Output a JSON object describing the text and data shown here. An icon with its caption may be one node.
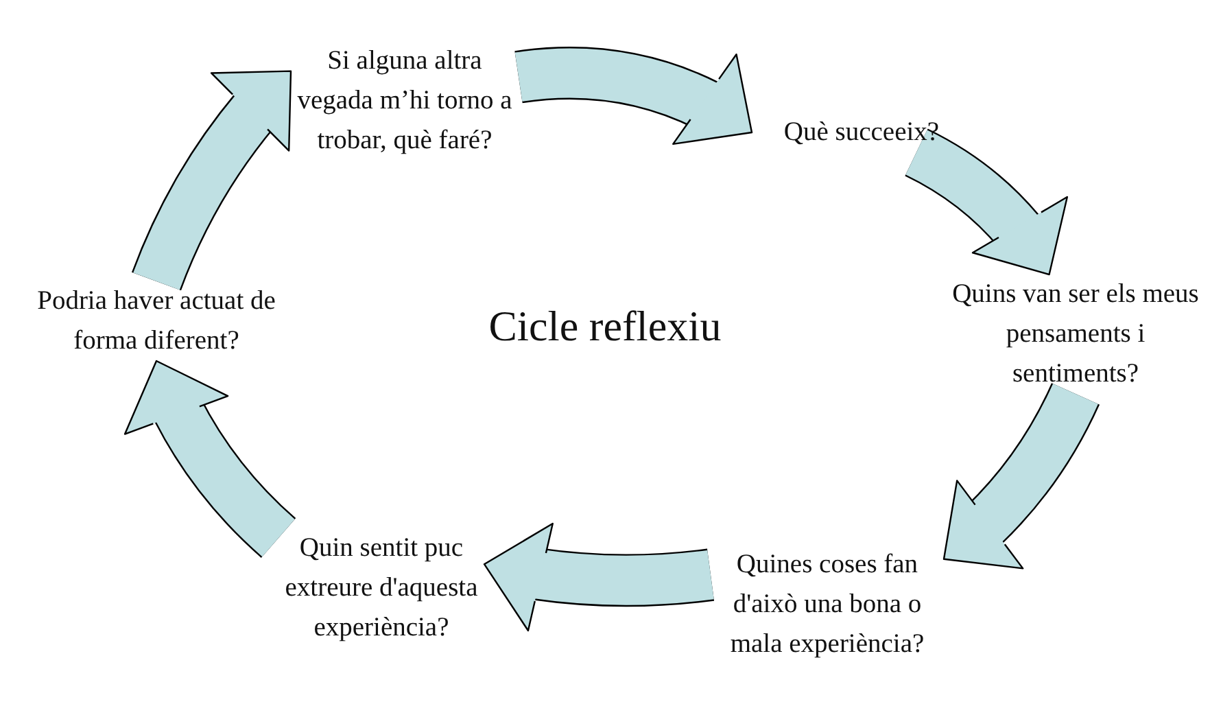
{
  "diagram": {
    "title": "Cicle reflexiu",
    "nodes": [
      {
        "text": [
          "Què succeeix?"
        ]
      },
      {
        "text": [
          "Quins van ser els meus pensaments i sentiments?"
        ]
      },
      {
        "text": [
          "Quines coses fan d'això una bona o mala experiència?"
        ]
      },
      {
        "text": [
          "Quin sentit puc extreure d'aquesta experiència?"
        ]
      },
      {
        "text": [
          "Podria haver actuat de forma diferent?"
        ]
      },
      {
        "text": [
          "Si alguna altra vegada m’hi torno a trobar, què faré?"
        ]
      }
    ],
    "edges": [
      {
        "from": 5,
        "to": 0,
        "arrow": "to"
      },
      {
        "from": 0,
        "to": 1,
        "arrow": "to"
      },
      {
        "from": 1,
        "to": 2,
        "arrow": "to"
      },
      {
        "from": 2,
        "to": 3,
        "arrow": "to"
      },
      {
        "from": 3,
        "to": 4,
        "arrow": "to"
      },
      {
        "from": 4,
        "to": 5,
        "arrow": "to"
      }
    ]
  }
}
